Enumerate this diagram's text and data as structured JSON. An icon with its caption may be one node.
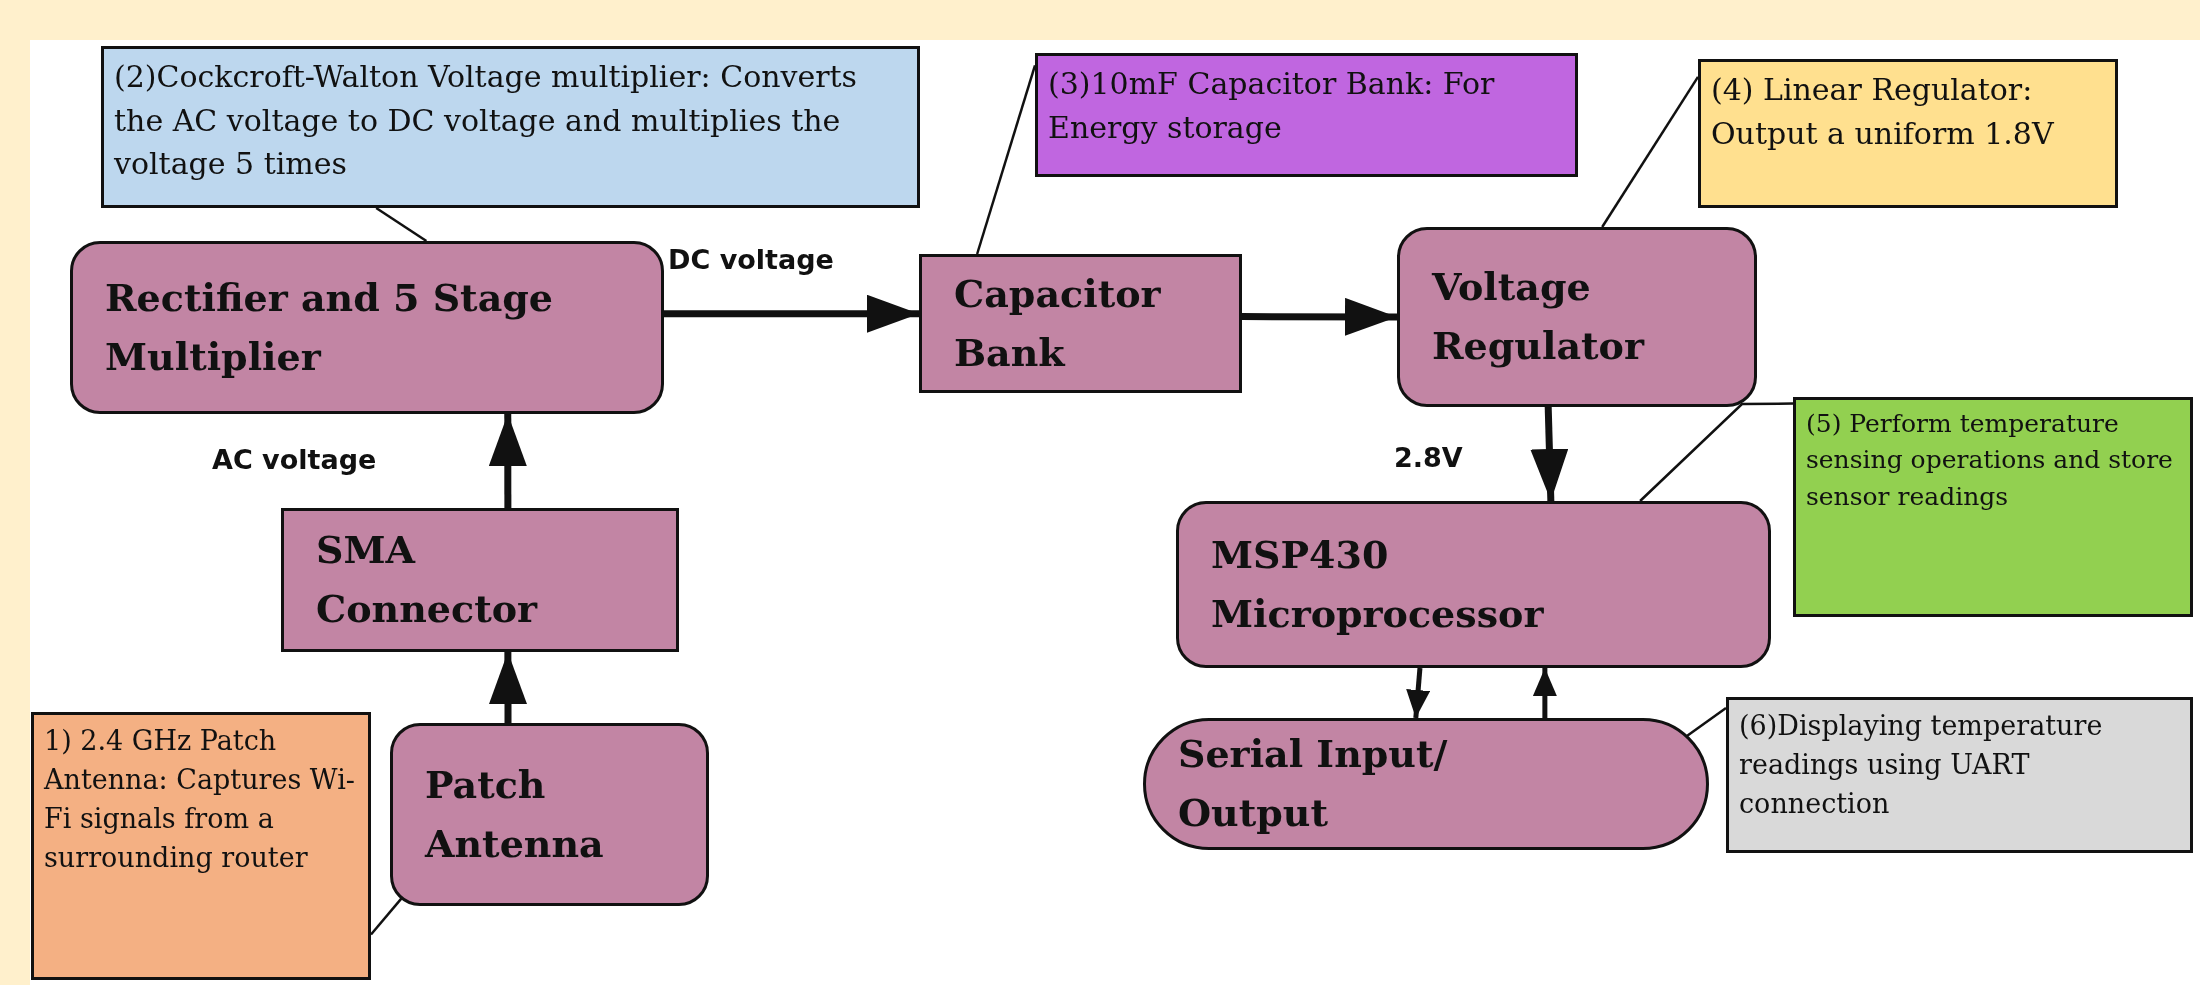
{
  "diagram": {
    "nodes": [
      {
        "text": [
          "(2)Cockcroft-Walton Voltage multiplier: Converts the AC voltage to DC voltage and multiplies the voltage 5 times"
        ]
      },
      {
        "text": [
          "(3)10mF Capacitor Bank: For Energy storage"
        ]
      },
      {
        "text": [
          "(4) Linear Regulator: Output a uniform 1.8V"
        ]
      },
      {
        "text": [
          "Rectifier and 5 Stage Multiplier"
        ]
      },
      {
        "text": [
          "Capacitor Bank"
        ]
      },
      {
        "text": [
          "Voltage Regulator"
        ]
      },
      {
        "text": [
          "(5) Perform temperature sensing operations and store sensor readings"
        ]
      },
      {
        "text": [
          "SMA Connector"
        ]
      },
      {
        "text": [
          "MSP430 Microprocessor"
        ]
      },
      {
        "text": [
          "(6)Displaying temperature readings using UART connection"
        ]
      },
      {
        "text": [
          "1) 2.4 GHz Patch Antenna: Captures Wi-Fi signals from a surrounding router"
        ]
      },
      {
        "text": [
          "Patch Antenna"
        ]
      },
      {
        "text": [
          "Serial Input/ Output"
        ]
      }
    ],
    "edges": [
      {
        "from": 11,
        "to": 7,
        "arrow": "to"
      },
      {
        "from": 7,
        "to": 3,
        "arrow": "to",
        "label": "AC voltage"
      },
      {
        "from": 3,
        "to": 4,
        "arrow": "to",
        "label": "DC voltage"
      },
      {
        "from": 4,
        "to": 5,
        "arrow": "to"
      },
      {
        "from": 5,
        "to": 8,
        "arrow": "to",
        "label": "2.8V"
      },
      {
        "from": 8,
        "to": 12,
        "arrow": "to"
      },
      {
        "from": 12,
        "to": 8,
        "arrow": "to"
      },
      {
        "from": 0,
        "to": 3,
        "arrow": "none"
      },
      {
        "from": 1,
        "to": 4,
        "arrow": "none"
      },
      {
        "from": 2,
        "to": 5,
        "arrow": "none"
      },
      {
        "from": 6,
        "to": 8,
        "arrow": "none"
      },
      {
        "from": 9,
        "to": 12,
        "arrow": "none"
      },
      {
        "from": 10,
        "to": 11,
        "arrow": "none"
      }
    ]
  }
}
